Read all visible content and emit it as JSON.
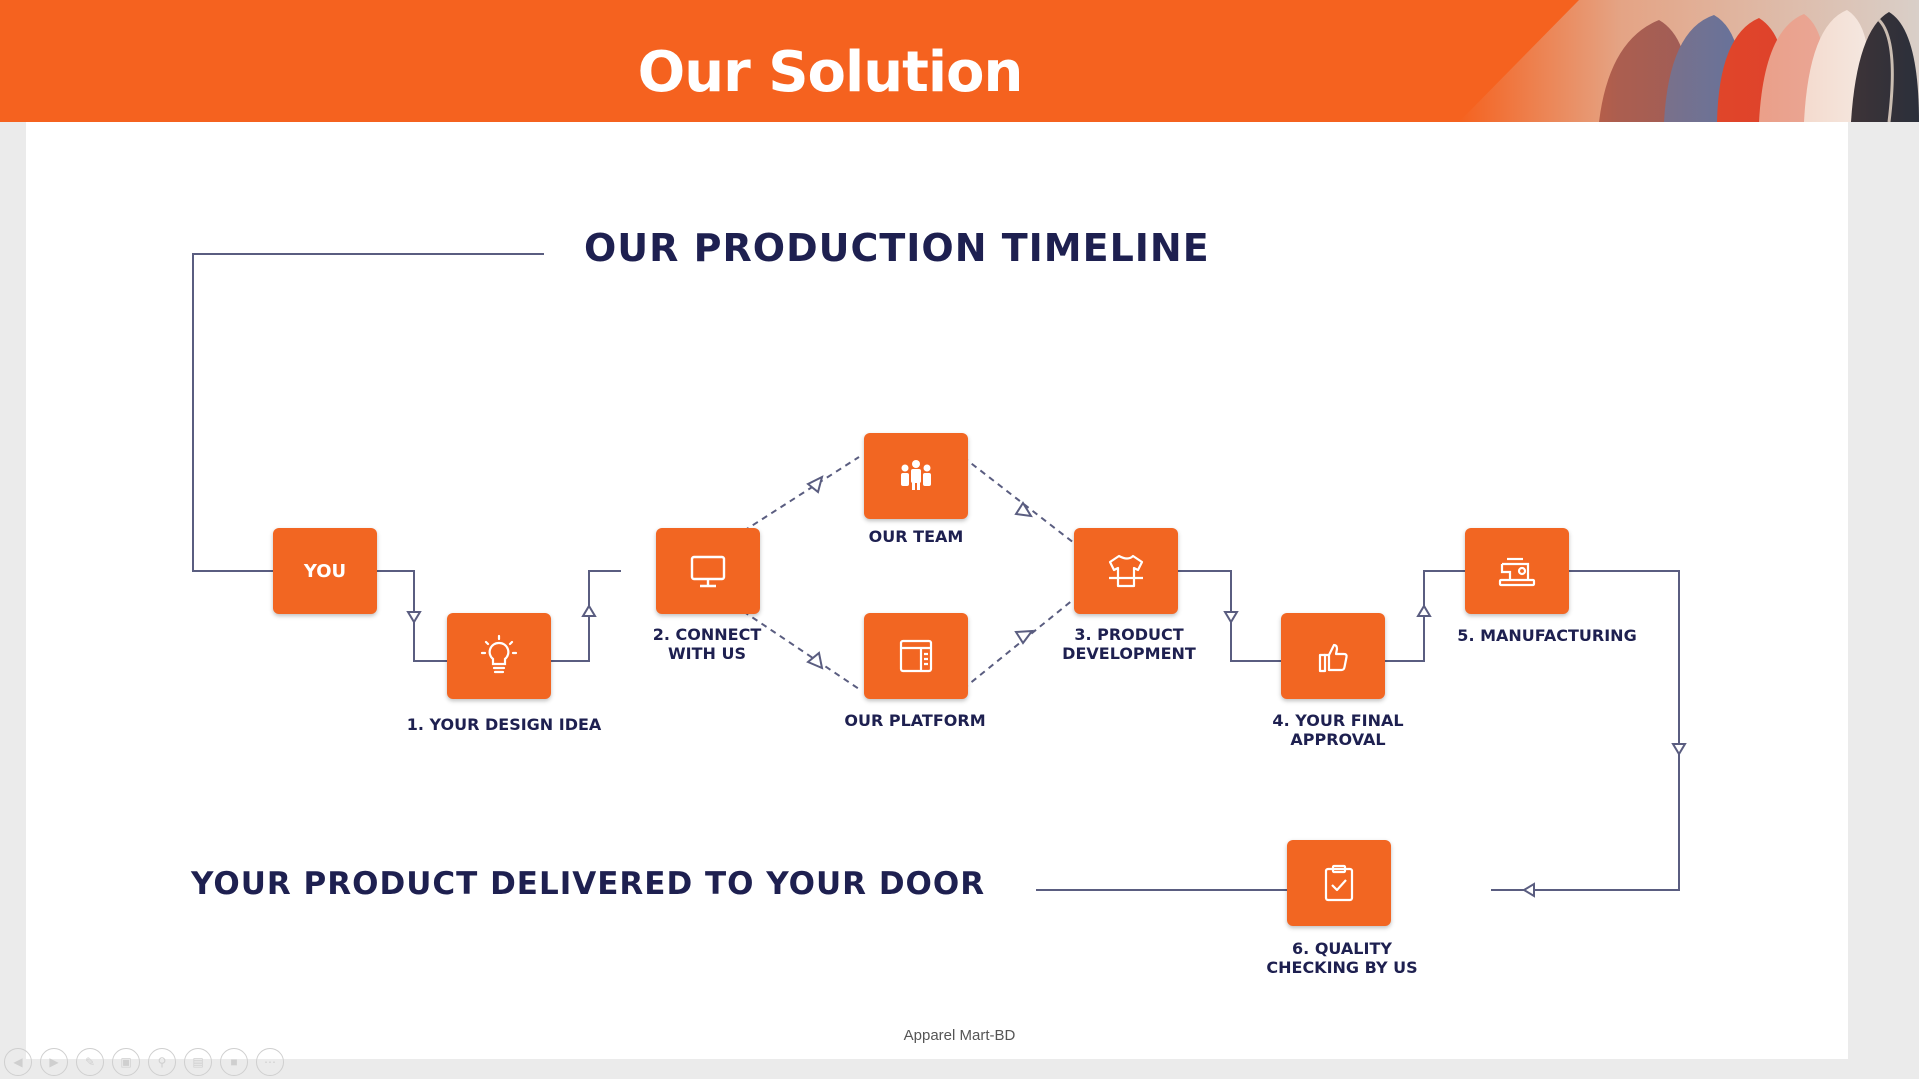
{
  "slide": {
    "title": "Our Solution",
    "footer": "Apparel Mart-BD"
  },
  "diagram": {
    "heading": "OUR PRODUCTION TIMELINE",
    "final_heading": "YOUR PRODUCT DELIVERED TO YOUR DOOR",
    "nodes": {
      "you": "YOU",
      "design": "1. YOUR DESIGN IDEA",
      "connect": "2. CONNECT\nWITH US",
      "team": "OUR TEAM",
      "platform": "OUR PLATFORM",
      "development": "3. PRODUCT\nDEVELOPMENT",
      "approval": "4. YOUR FINAL\nAPPROVAL",
      "manufacturing": "5. MANUFACTURING",
      "quality": "6. QUALITY\nCHECKING BY US"
    },
    "icons": {
      "design": "lightbulb-icon",
      "connect": "monitor-icon",
      "team": "team-icon",
      "platform": "platform-window-icon",
      "development": "tshirt-icon",
      "approval": "thumbs-up-icon",
      "manufacturing": "sewing-machine-icon",
      "quality": "clipboard-check-icon"
    }
  },
  "controls": [
    "previous",
    "next",
    "pen",
    "slides",
    "zoom",
    "subtitles",
    "camera",
    "more"
  ],
  "colors": {
    "accent": "#f5621f",
    "heading": "#1e2050",
    "connector": "#5a5d80"
  }
}
